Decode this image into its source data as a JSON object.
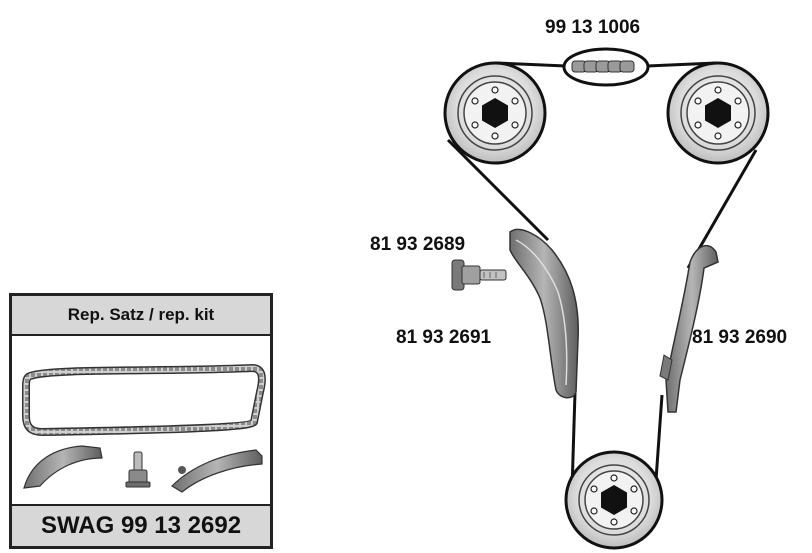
{
  "labels": {
    "chain_part": "99 13 1006",
    "tensioner_part": "81 93 2689",
    "tensioner_rail_part": "81 93 2691",
    "guide_rail_part": "81 93 2690"
  },
  "kit": {
    "title": "Rep. Satz / rep. kit",
    "code": "SWAG 99 13 2692"
  },
  "colors": {
    "ink": "#111111",
    "panel": "#d7d7d7",
    "sprocket_fill": "#e6e6e6",
    "rail": "#8a8a8a"
  }
}
